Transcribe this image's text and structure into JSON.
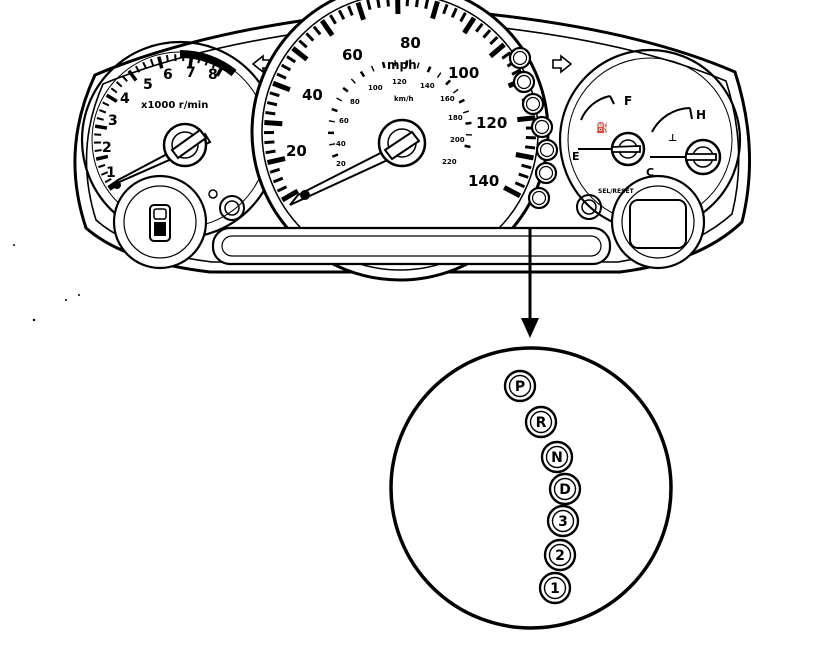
{
  "tachometer": {
    "numbers": [
      "1",
      "2",
      "3",
      "4",
      "5",
      "6",
      "7",
      "8"
    ],
    "unit_label": "x1000 r/min"
  },
  "speedometer": {
    "mph_numbers": [
      "20",
      "40",
      "60",
      "80",
      "100",
      "120",
      "140"
    ],
    "kmh_numbers": [
      "20",
      "40",
      "60",
      "80",
      "100",
      "120",
      "140",
      "160",
      "180",
      "200",
      "220"
    ],
    "unit_mph": "mph",
    "unit_kmh": "km/h"
  },
  "fuel_gauge": {
    "full_label": "F",
    "empty_label": "E"
  },
  "temp_gauge": {
    "hot_label": "H",
    "cold_label": "C"
  },
  "trip_reset_label": "SEL/RESET",
  "gear_positions": [
    "P",
    "R",
    "N",
    "D",
    "3",
    "2",
    "1"
  ]
}
